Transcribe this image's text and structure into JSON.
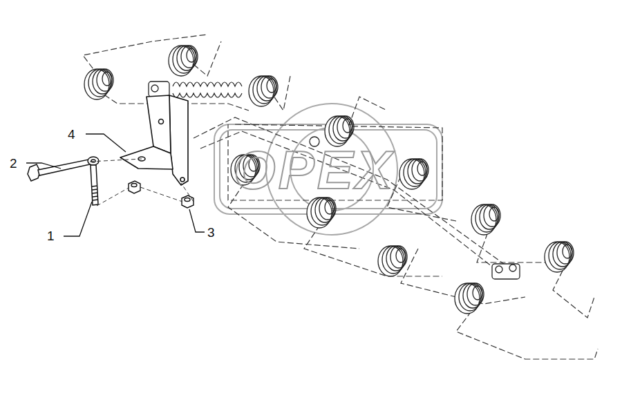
{
  "diagram": {
    "labels": [
      "4",
      "2",
      "1",
      "3",
      "OPEX"
    ]
  }
}
